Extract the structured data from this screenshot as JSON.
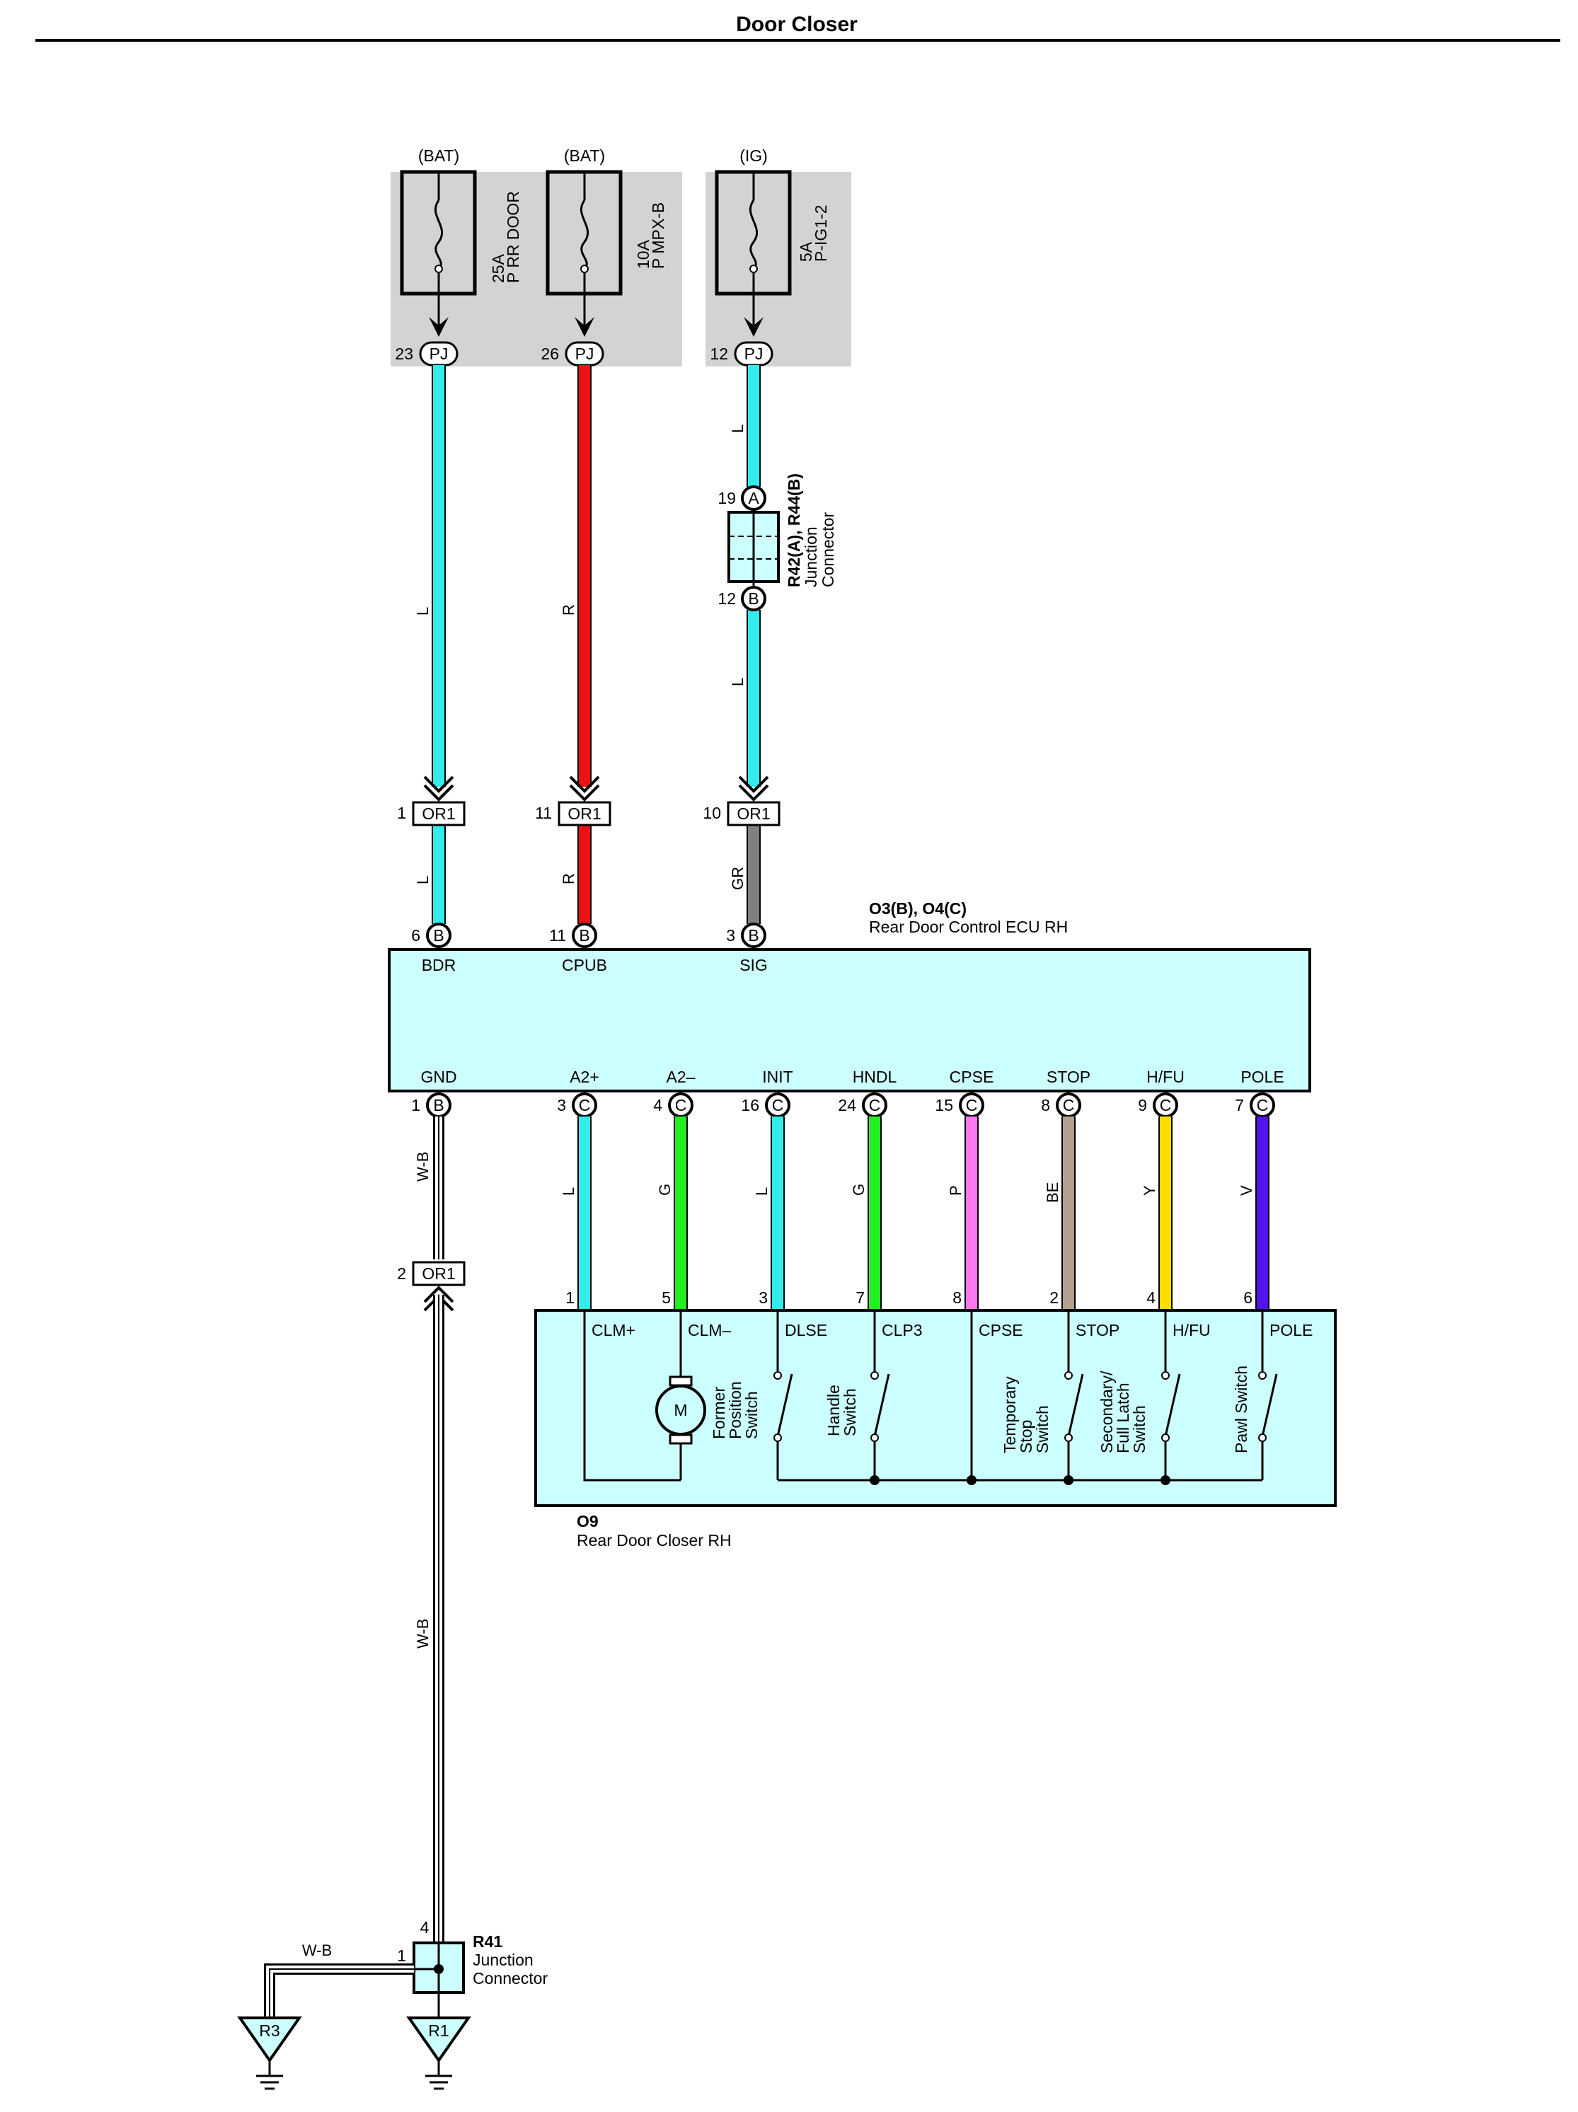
{
  "title": "Door Closer",
  "fuses": [
    {
      "source": "(BAT)",
      "rating": "25A",
      "name": "P RR DOOR",
      "pin": "23",
      "connector": "PJ",
      "wire": "L"
    },
    {
      "source": "(BAT)",
      "rating": "10A",
      "name": "P MPX-B",
      "pin": "26",
      "connector": "PJ",
      "wire": "R"
    },
    {
      "source": "(IG)",
      "rating": "5A",
      "name": "P-IG1-2",
      "pin": "12",
      "connector": "PJ",
      "wire": "L"
    }
  ],
  "junction_r42": {
    "name": "R42(A), R44(B)",
    "desc1": "Junction",
    "desc2": "Connector",
    "pin_top": "19",
    "letter_top": "A",
    "pin_bot": "12",
    "letter_bot": "B",
    "wire_below": "L"
  },
  "or1": [
    {
      "pin": "1",
      "name": "OR1",
      "wire_below": "L"
    },
    {
      "pin": "11",
      "name": "OR1",
      "wire_below": "R"
    },
    {
      "pin": "10",
      "name": "OR1",
      "wire_below": "GR"
    }
  ],
  "ecu": {
    "name": "O3(B), O4(C)",
    "desc": "Rear Door Control ECU RH",
    "top_pins": [
      {
        "pin": "6",
        "letter": "B",
        "label": "BDR"
      },
      {
        "pin": "11",
        "letter": "B",
        "label": "CPUB"
      },
      {
        "pin": "3",
        "letter": "B",
        "label": "SIG"
      }
    ],
    "bottom_pins": [
      {
        "pin": "1",
        "letter": "B",
        "label": "GND"
      },
      {
        "pin": "3",
        "letter": "C",
        "label": "A2+"
      },
      {
        "pin": "4",
        "letter": "C",
        "label": "A2–"
      },
      {
        "pin": "16",
        "letter": "C",
        "label": "INIT"
      },
      {
        "pin": "24",
        "letter": "C",
        "label": "HNDL"
      },
      {
        "pin": "15",
        "letter": "C",
        "label": "CPSE"
      },
      {
        "pin": "8",
        "letter": "C",
        "label": "STOP"
      },
      {
        "pin": "9",
        "letter": "C",
        "label": "H/FU"
      },
      {
        "pin": "7",
        "letter": "C",
        "label": "POLE"
      }
    ]
  },
  "wires_to_closer": [
    {
      "wire": "L",
      "pin": "1",
      "label": "CLM+",
      "color": "#33ecec"
    },
    {
      "wire": "G",
      "pin": "5",
      "label": "CLM–",
      "color": "#22ee22"
    },
    {
      "wire": "L",
      "pin": "3",
      "label": "DLSE",
      "color": "#33ecec"
    },
    {
      "wire": "G",
      "pin": "7",
      "label": "CLP3",
      "color": "#22ee22"
    },
    {
      "wire": "P",
      "pin": "8",
      "label": "CPSE",
      "color": "#ff77ee"
    },
    {
      "wire": "BE",
      "pin": "2",
      "label": "STOP",
      "color": "#b4a08c"
    },
    {
      "wire": "Y",
      "pin": "4",
      "label": "H/FU",
      "color": "#ffdd00"
    },
    {
      "wire": "V",
      "pin": "6",
      "label": "POLE",
      "color": "#5511ee"
    }
  ],
  "closer": {
    "name": "O9",
    "desc": "Rear Door Closer RH",
    "motor": "M",
    "switches": [
      {
        "l1": "Former",
        "l2": "Position",
        "l3": "Switch"
      },
      {
        "l1": "Handle",
        "l2": "Switch",
        "l3": ""
      },
      {
        "l1": "Temporary",
        "l2": "Stop",
        "l3": "Switch"
      },
      {
        "l1": "Secondary/",
        "l2": "Full Latch",
        "l3": "Switch"
      },
      {
        "l1": "Pawl Switch",
        "l2": "",
        "l3": ""
      }
    ]
  },
  "ground_path": {
    "wire_upper": "W-B",
    "or1_pin": "2",
    "or1_name": "OR1",
    "wire_lower": "W-B",
    "wire_side": "W-B"
  },
  "junction_r41": {
    "name": "R41",
    "desc1": "Junction",
    "desc2": "Connector",
    "pin_top": "4",
    "pin_left": "1"
  },
  "grounds": [
    "R3",
    "R1"
  ],
  "colors": {
    "L": "#33ecec",
    "R": "#ee1111",
    "GR": "#808080",
    "fuse_bg": "#d3d3d3",
    "ecu_bg": "#ccffff",
    "WB": "#ffffff"
  }
}
